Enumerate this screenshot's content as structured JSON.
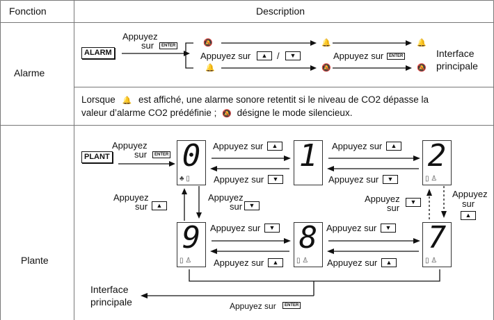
{
  "header": {
    "col1": "Fonction",
    "col2": "Description"
  },
  "alarm": {
    "label": "Alarme",
    "button": "ALARM",
    "press_on": "Appuyez",
    "press_on2": "sur",
    "enter_key": "ENTER",
    "press_updown": "Appuyez sur",
    "slash": "/",
    "press_enter": "Appuyez sur",
    "interface_line1": "Interface",
    "interface_line2": "principale",
    "note_part1": "Lorsque",
    "note_part2": "est affiché, une alarme sonore retentit si le niveau de CO2 dépasse la",
    "note_line2a": "valeur d’alarme CO2 prédéfinie ;",
    "note_line2b": "désigne le mode silencieux."
  },
  "plant": {
    "label": "Plante",
    "button": "PLANT",
    "press_on": "Appuyez",
    "press_on2": "sur",
    "enter_key": "ENTER",
    "press_up": "Appuyez sur",
    "press_down": "Appuyez sur",
    "press_short": "Appuyez",
    "press_short2": "sur",
    "digits": [
      "0",
      "1",
      "2",
      "9",
      "8",
      "7"
    ],
    "interface_line1": "Interface",
    "interface_line2": "principale",
    "press_enter_bottom": "Appuyez sur"
  },
  "icons": {
    "up": "triangle-up-icon",
    "down": "triangle-down-icon",
    "bell": "bell-icon",
    "muted_bell": "muted-bell-icon",
    "tree": "tree-icon",
    "person": "person-icon"
  }
}
